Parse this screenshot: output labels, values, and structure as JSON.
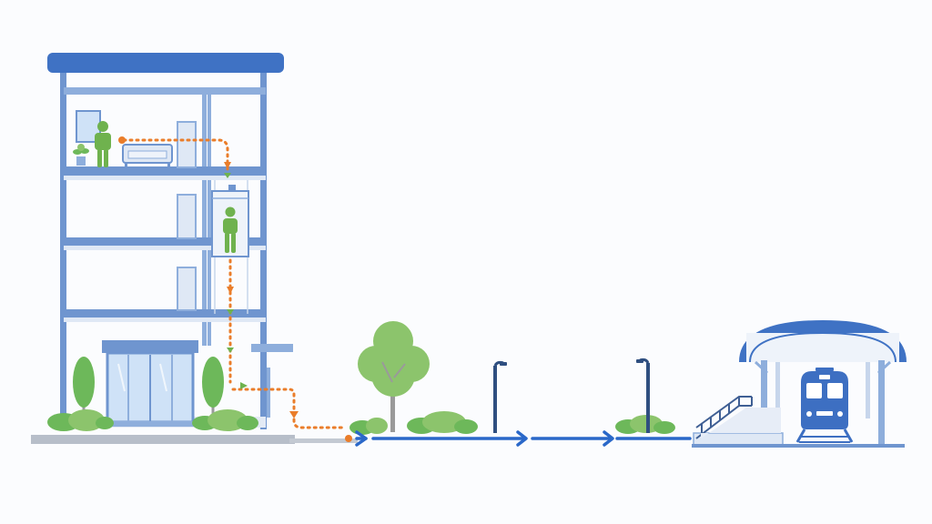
{
  "colors": {
    "background": "#fbfcfe",
    "building_frame": "#6f95cf",
    "roof_blue": "#3f72c4",
    "floor_slab": "#dfe8f5",
    "glass": "#cfe2f7",
    "person_green": "#6fb24e",
    "route_orange": "#ea7d2a",
    "route_blue": "#2a68c9",
    "tree_green": "#8cc46c",
    "bush_green": "#6db85a",
    "ground_gray": "#a9b1bd",
    "trunk": "#9a9a9a",
    "train_blue": "#3d6fc2",
    "lamp_post": "#2f4f80"
  },
  "icons": [
    "apartment-building",
    "person-icon",
    "elevator-icon",
    "sofa-icon",
    "potted-plant-icon",
    "door-icon",
    "entrance-glass-doors",
    "tree-icon",
    "bush-icon",
    "street-lamp-icon",
    "train-icon",
    "station-canopy",
    "stairs-icon",
    "arrow-icon"
  ],
  "route": {
    "indoor_style": "dotted",
    "outdoor_style": "solid-with-arrows",
    "segments": [
      "room",
      "elevator",
      "entrance",
      "sidewalk",
      "station"
    ]
  }
}
